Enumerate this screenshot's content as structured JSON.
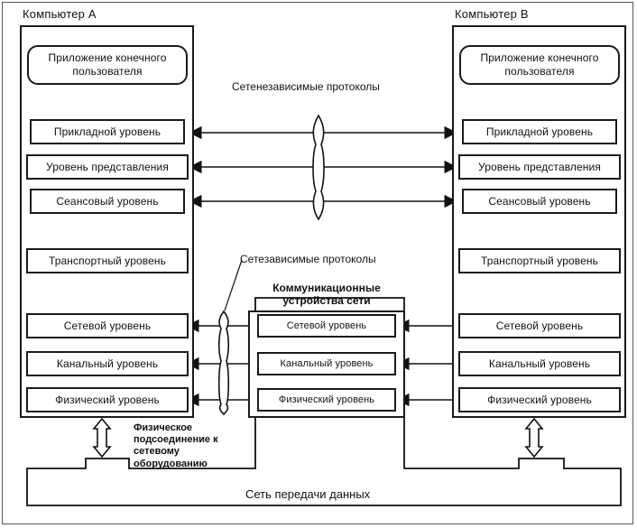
{
  "diagram": {
    "title_left": "Компьютер А",
    "title_right": "Компьютер В",
    "network_label": "Сеть передачи данных",
    "labels": {
      "network_independent": "Сетенезависимые протоколы",
      "network_dependent": "Сетезависимые протоколы",
      "comms_devices_line1": "Коммуникационные",
      "comms_devices_line2": "устройства сети",
      "physical_connection": "Физическое подсоединение к сетевому оборудованию"
    },
    "application_box": {
      "line1": "Приложение конечного",
      "line2": "пользователя"
    },
    "layers_left": [
      "Прикладной уровень",
      "Уровень представления",
      "Сеансовый уровень",
      "Транспортный уровень",
      "Сетевой уровень",
      "Канальный уровень",
      "Физический уровень"
    ],
    "layers_right": [
      "Прикладной уровень",
      "Уровень представления",
      "Сеансовый уровень",
      "Транспортный уровень",
      "Сетевой уровень",
      "Канальный уровень",
      "Физический уровень"
    ],
    "layers_middle": [
      "Сетевой уровень",
      "Канальный уровень",
      "Физический уровень"
    ],
    "icons": {
      "vertical_double_arrow": "vertical-double-arrow-icon",
      "horizontal_double_arrow": "horizontal-double-arrow-icon",
      "lens_spindle": "lens-spindle-icon"
    },
    "colors": {
      "stroke": "#1a1a1a",
      "background": "#ffffff",
      "text": "#111111"
    }
  }
}
